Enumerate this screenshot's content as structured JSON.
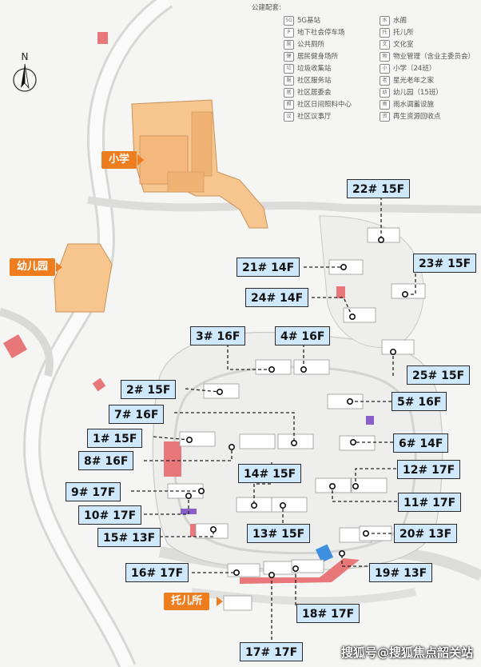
{
  "legend": {
    "title": "公建配套:",
    "items": [
      {
        "icon": "5G",
        "label": "5G基站"
      },
      {
        "icon": "P",
        "label": "地下社会停车场"
      },
      {
        "icon": "厕",
        "label": "公共厕所"
      },
      {
        "icon": "健",
        "label": "居民健身场所"
      },
      {
        "icon": "垃",
        "label": "垃圾收集站"
      },
      {
        "icon": "服",
        "label": "社区服务站"
      },
      {
        "icon": "居",
        "label": "社区居委会"
      },
      {
        "icon": "照",
        "label": "社区日间照料中心"
      },
      {
        "icon": "议",
        "label": "社区议事厅"
      },
      {
        "icon": "水",
        "label": "水阁"
      },
      {
        "icon": "托",
        "label": "托儿所"
      },
      {
        "icon": "文",
        "label": "文化室"
      },
      {
        "icon": "物",
        "label": "物业管理（含业主委员会）"
      },
      {
        "icon": "小",
        "label": "小学（24班）"
      },
      {
        "icon": "老",
        "label": "星光老年之家"
      },
      {
        "icon": "幼",
        "label": "幼儿园（15班）"
      },
      {
        "icon": "雨",
        "label": "雨水调蓄设施"
      },
      {
        "icon": "资",
        "label": "再生资源回收点"
      }
    ]
  },
  "compass": {
    "label": "N"
  },
  "facilities": {
    "school": "小学",
    "kindergarten": "幼儿园",
    "nursery": "托儿所"
  },
  "buildings": [
    {
      "id": "b22",
      "label": "22# 15F"
    },
    {
      "id": "b21",
      "label": "21# 14F"
    },
    {
      "id": "b23",
      "label": "23# 15F"
    },
    {
      "id": "b24",
      "label": "24# 14F"
    },
    {
      "id": "b3",
      "label": "3# 16F"
    },
    {
      "id": "b4",
      "label": "4# 16F"
    },
    {
      "id": "b25",
      "label": "25# 15F"
    },
    {
      "id": "b2",
      "label": "2# 15F"
    },
    {
      "id": "b5",
      "label": "5# 16F"
    },
    {
      "id": "b7",
      "label": "7# 16F"
    },
    {
      "id": "b1",
      "label": "1# 15F"
    },
    {
      "id": "b6",
      "label": "6# 14F"
    },
    {
      "id": "b8",
      "label": "8# 16F"
    },
    {
      "id": "b12",
      "label": "12# 17F"
    },
    {
      "id": "b14",
      "label": "14# 15F"
    },
    {
      "id": "b9",
      "label": "9# 17F"
    },
    {
      "id": "b11",
      "label": "11# 17F"
    },
    {
      "id": "b10",
      "label": "10# 17F"
    },
    {
      "id": "b15",
      "label": "15# 13F"
    },
    {
      "id": "b13",
      "label": "13# 15F"
    },
    {
      "id": "b20",
      "label": "20# 13F"
    },
    {
      "id": "b16",
      "label": "16# 17F"
    },
    {
      "id": "b19",
      "label": "19# 13F"
    },
    {
      "id": "b18",
      "label": "18# 17F"
    },
    {
      "id": "b17",
      "label": "17# 17F"
    }
  ],
  "watermark": "搜狐号@搜狐焦点韶关站",
  "colors": {
    "label_bg": "#cfe8fb",
    "tag_orange": "#ee7d1f",
    "school_fill": "#f7c58e",
    "red_block": "#e8777a",
    "blue_block": "#3d8fe0",
    "purple_block": "#8a5fc9"
  }
}
